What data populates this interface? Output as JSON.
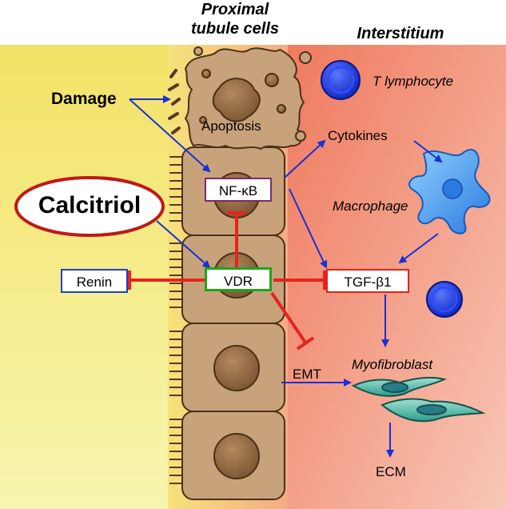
{
  "headers": {
    "proximal": [
      "Proximal",
      "tubule cells"
    ],
    "interstitium": "Interstitium"
  },
  "labels": {
    "damage": "Damage",
    "calcitriol": "Calcitriol",
    "apoptosis": "Apoptosis",
    "t_lymphocyte": "T lymphocyte",
    "cytokines": "Cytokines",
    "macrophage": "Macrophage",
    "emt": "EMT",
    "myofibroblast": "Myofibroblast",
    "ecm": "ECM"
  },
  "boxes": {
    "nfkb": "NF-κB",
    "vdr": "VDR",
    "renin": "Renin",
    "tgf": "TGF-β1"
  },
  "colors": {
    "activation_arrow": "#1a2fd6",
    "inhibition_arrow": "#e8231d",
    "cell_fill": "#c8a27a",
    "nucleus": "#9a7048",
    "vdr_border": "#1ea51e",
    "renin_border": "#1f3fc9",
    "tgf_border": "#d6261b",
    "nfkb_border": "#7a2a6a",
    "lymphocyte": "#1433e0",
    "macrophage": "#3a8fe8",
    "myofibroblast": "#3fb0a0"
  }
}
